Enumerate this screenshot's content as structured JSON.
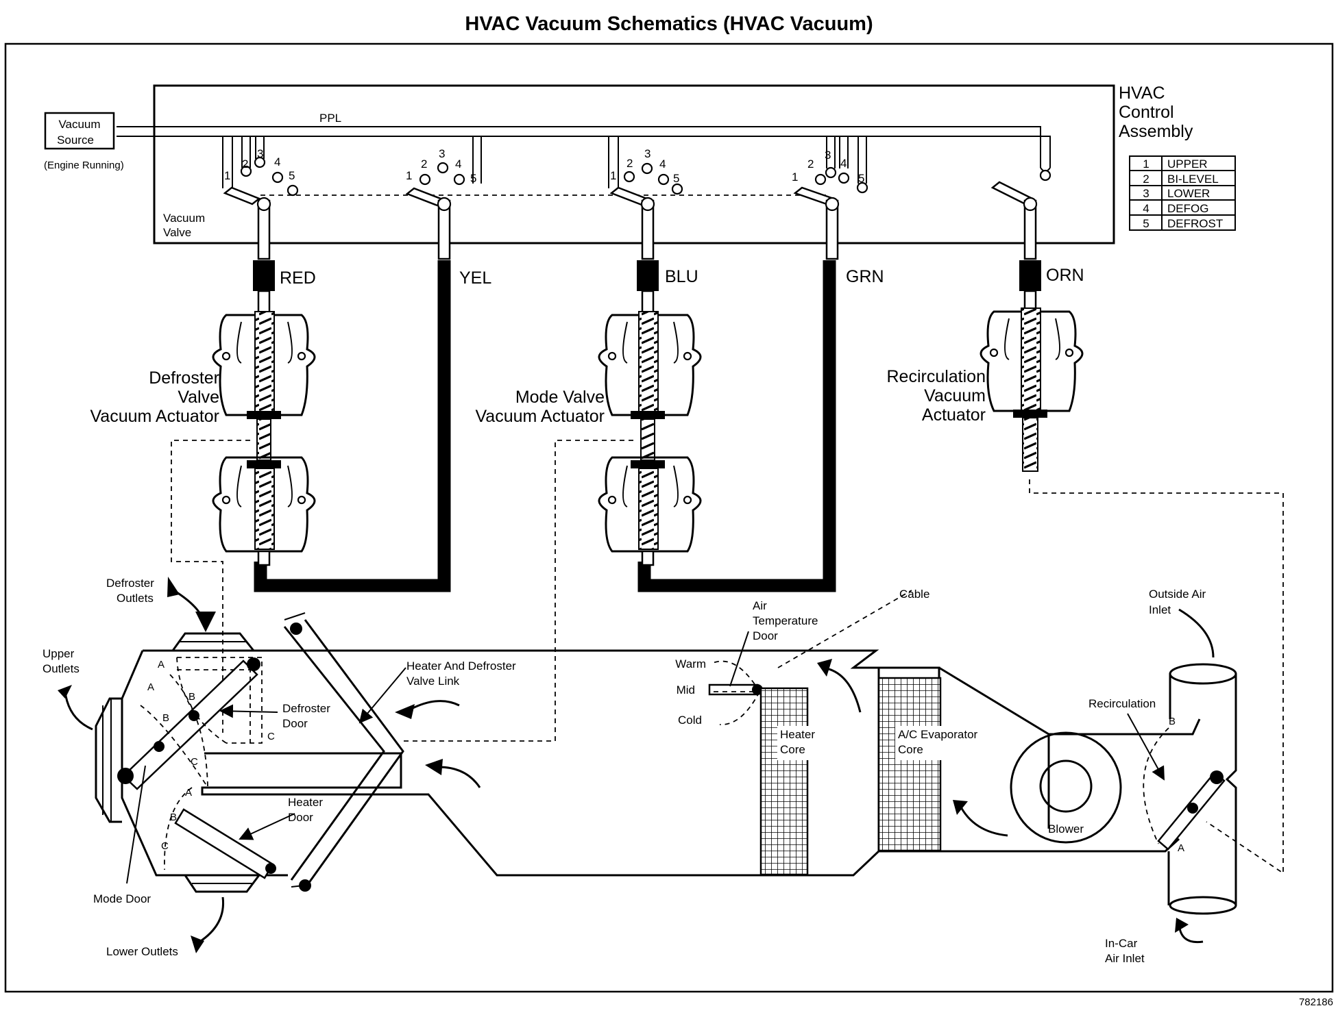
{
  "title": "HVAC Vacuum Schematics (HVAC Vacuum)",
  "figure_number": "782186",
  "control_assembly": {
    "label_lines": [
      "HVAC",
      "Control",
      "Assembly"
    ],
    "vacuum_valve_lines": [
      "Vacuum",
      "Valve"
    ],
    "supply_line_label": "PPL"
  },
  "vacuum_source": {
    "lines": [
      "Vacuum",
      "Source"
    ],
    "note": "(Engine Running)"
  },
  "position_legend": [
    {
      "num": "1",
      "name": "UPPER"
    },
    {
      "num": "2",
      "name": "BI-LEVEL"
    },
    {
      "num": "3",
      "name": "LOWER"
    },
    {
      "num": "4",
      "name": "DEFOG"
    },
    {
      "num": "5",
      "name": "DEFROST"
    }
  ],
  "port_numbers": [
    "1",
    "2",
    "3",
    "4",
    "5"
  ],
  "hose_colors": [
    "RED",
    "YEL",
    "BLU",
    "GRN",
    "ORN"
  ],
  "actuators": {
    "defroster": [
      "Defroster",
      "Valve",
      "Vacuum Actuator"
    ],
    "mode": [
      "Mode Valve",
      "Vacuum Actuator"
    ],
    "recirculation": [
      "Recirculation",
      "Vacuum",
      "Actuator"
    ]
  },
  "components": {
    "defroster_outlets": [
      "Defroster",
      "Outlets"
    ],
    "upper_outlets": [
      "Upper",
      "Outlets"
    ],
    "lower_outlets": "Lower Outlets",
    "mode_door": "Mode Door",
    "defroster_door": [
      "Defroster",
      "Door"
    ],
    "heater_door": [
      "Heater",
      "Door"
    ],
    "valve_link": [
      "Heater And Defroster",
      "Valve Link"
    ],
    "air_temp_door": [
      "Air",
      "Temperature",
      "Door"
    ],
    "temp_positions": [
      "Warm",
      "Mid",
      "Cold"
    ],
    "cable": "Cable",
    "heater_core": [
      "Heater",
      "Core"
    ],
    "evaporator_core": [
      "A/C Evaporator",
      "Core"
    ],
    "blower": "Blower",
    "outside_air_inlet": [
      "Outside Air",
      "Inlet"
    ],
    "recirculation": "Recirculation",
    "in_car_air_inlet": [
      "In-Car",
      "Air Inlet"
    ]
  },
  "door_position_letters": [
    "A",
    "B",
    "C"
  ]
}
